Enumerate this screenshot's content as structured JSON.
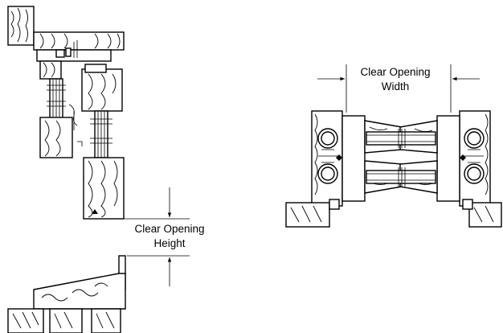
{
  "dimensions": {
    "height": {
      "line1": "Clear Opening",
      "line2": "Height"
    },
    "width": {
      "line1": "Clear Opening",
      "line2": "Width"
    }
  }
}
